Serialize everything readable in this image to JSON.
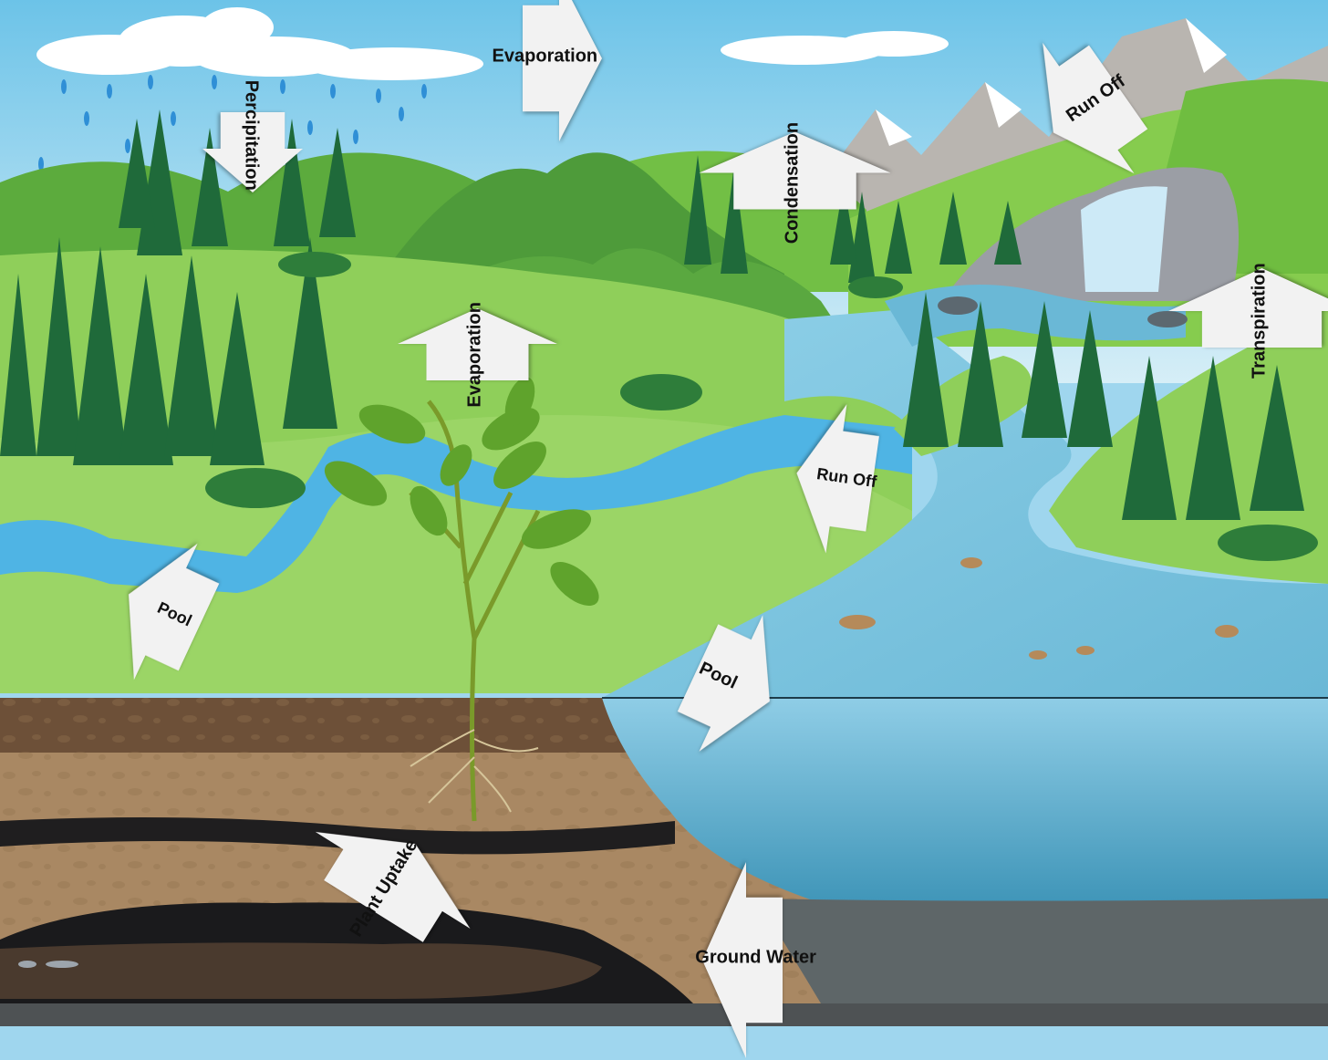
{
  "arrows": {
    "precipitation": {
      "label": "Percipitation"
    },
    "evaporation_top": {
      "label": "Evaporation"
    },
    "condensation": {
      "label": "Condensation"
    },
    "run_off_top": {
      "label": "Run Off"
    },
    "evaporation_plant": {
      "label": "Evaporation"
    },
    "transpiration": {
      "label": "Transpiration"
    },
    "run_off_river": {
      "label": "Run Off"
    },
    "pool_left": {
      "label": "Pool"
    },
    "pool_right": {
      "label": "Pool"
    },
    "plant_uptake": {
      "label": "Plant  Uptake"
    },
    "ground_water": {
      "label": "Ground Water"
    }
  },
  "colors": {
    "sky": "#9fd6ee",
    "grass": "#8fcf5a",
    "water": "#6fc0dd",
    "soil": "#a98863",
    "arrow_fill": "#f2f2f2"
  }
}
